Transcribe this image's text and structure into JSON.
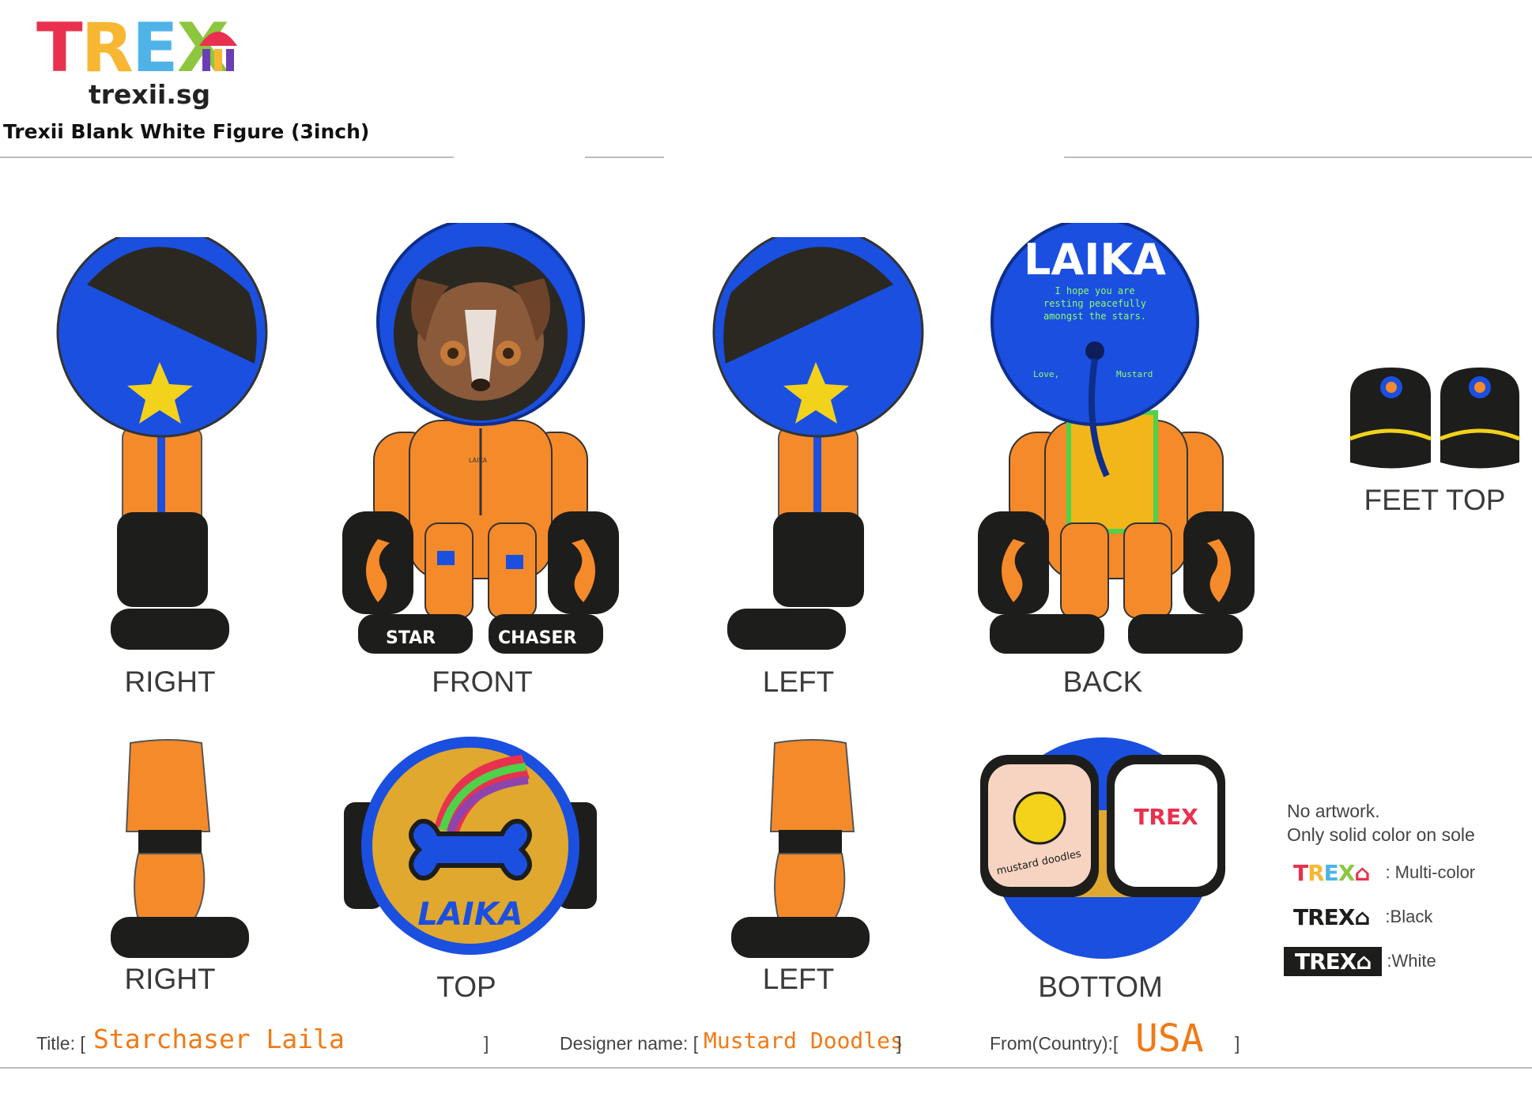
{
  "header": {
    "logo_letters": [
      "T",
      "R",
      "E",
      "X"
    ],
    "logo_colors": [
      "#e8314f",
      "#f7b733",
      "#4fb3e8",
      "#8dc63f",
      "#e8314f"
    ],
    "site": "trexii.sg",
    "template_title": "Trexii Blank White Figure (3inch)"
  },
  "views": {
    "right": "RIGHT",
    "front": "FRONT",
    "left": "LEFT",
    "back": "BACK",
    "feet_top": "FEET TOP",
    "right_lower": "RIGHT",
    "top": "TOP",
    "left_lower": "LEFT",
    "bottom": "BOTTOM"
  },
  "artwork": {
    "helmet_back_name": "LAIKA",
    "helmet_back_message_1": "I hope you are",
    "helmet_back_message_2": "resting peacefully",
    "helmet_back_message_3": "amongst the stars.",
    "helmet_back_love": "Love,",
    "helmet_back_signature": "Mustard",
    "shoe_left_text": "STAR",
    "shoe_right_text": "CHASER",
    "badge_text": "LAIKA",
    "top_badge_name": "LAIKA",
    "sole_sticker": "mustard doodles",
    "sole_logo": "TREX"
  },
  "legend": {
    "note_line1": "No artwork.",
    "note_line2": "Only solid color on sole",
    "multicolor_label": ": Multi-color",
    "black_label": ":Black",
    "white_label": ":White",
    "logo_text": "TREX"
  },
  "footer": {
    "title_label": "Title: [",
    "title_value": "Starchaser Laila",
    "title_close": "]",
    "designer_label": "Designer name: [",
    "designer_value": "Mustard Doodles",
    "designer_close": "]",
    "country_label": "From(Country):[",
    "country_value": "USA",
    "country_close": "]"
  },
  "colors": {
    "helmet_blue": "#1a4fe0",
    "visor_dark": "#2b2822",
    "suit_orange": "#f58a2b",
    "star_yellow": "#f2d21b",
    "shoe_black": "#1d1d1b",
    "accent_text": "#f07a16"
  }
}
